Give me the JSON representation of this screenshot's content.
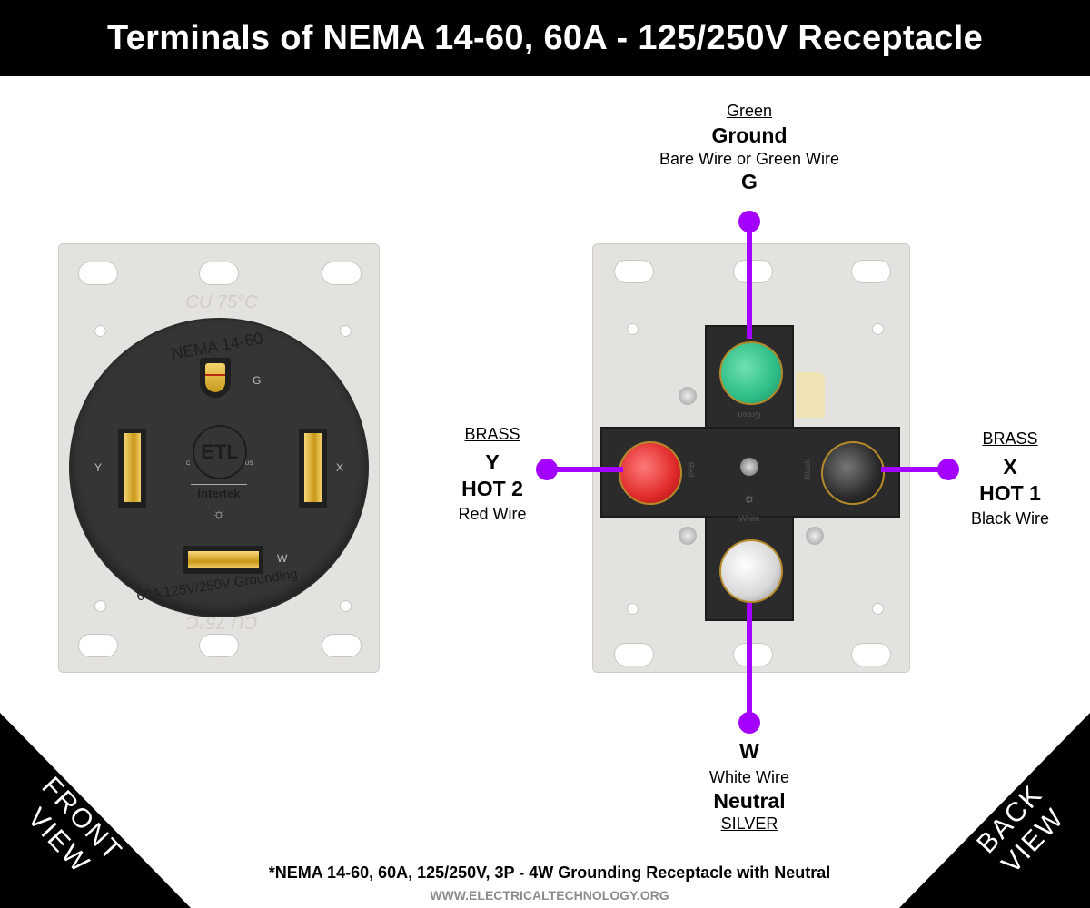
{
  "title": "Terminals of NEMA 14-60, 60A - 125/250V Receptacle",
  "front_view": {
    "corner_label_line1": "FRONT",
    "corner_label_line2": "VIEW",
    "plate_text_top": "CU 75°C",
    "plate_text_bottom": "CU 75°C",
    "face_top_text": "NEMA 14-60",
    "face_bottom_text": "60A 125V/250V Grounding",
    "cert_mark": "ETL",
    "cert_c": "C",
    "cert_us": "US",
    "cert_brand": "Intertek",
    "slot_labels": {
      "ground": "G",
      "y": "Y",
      "x": "X",
      "w": "W"
    }
  },
  "back_view": {
    "corner_label_line1": "BACK",
    "corner_label_line2": "VIEW",
    "terminal_embossed": {
      "ground": "Green",
      "y": "Red",
      "x": "Black",
      "w": "White"
    }
  },
  "terminals": {
    "ground": {
      "material": "Green",
      "function": "Ground",
      "wire": "Bare Wire or Green Wire",
      "letter": "G",
      "screw_color": "#2ebd86"
    },
    "y": {
      "material": "BRASS",
      "letter": "Y",
      "function": "HOT 2",
      "wire": "Red Wire",
      "screw_color": "#e02a2a"
    },
    "x": {
      "material": "BRASS",
      "letter": "X",
      "function": "HOT 1",
      "wire": "Black Wire",
      "screw_color": "#2a2a2a"
    },
    "w": {
      "letter": "W",
      "wire": "White Wire",
      "function": "Neutral",
      "material": "SILVER",
      "screw_color": "#d8d8d8"
    }
  },
  "colors": {
    "wire_marker": "#a300ff",
    "title_bg": "#000000"
  },
  "footnote": "*NEMA 14-60, 60A, 125/250V, 3P - 4W Grounding Receptacle with Neutral",
  "website": "WWW.ELECTRICALTECHNOLOGY.ORG"
}
